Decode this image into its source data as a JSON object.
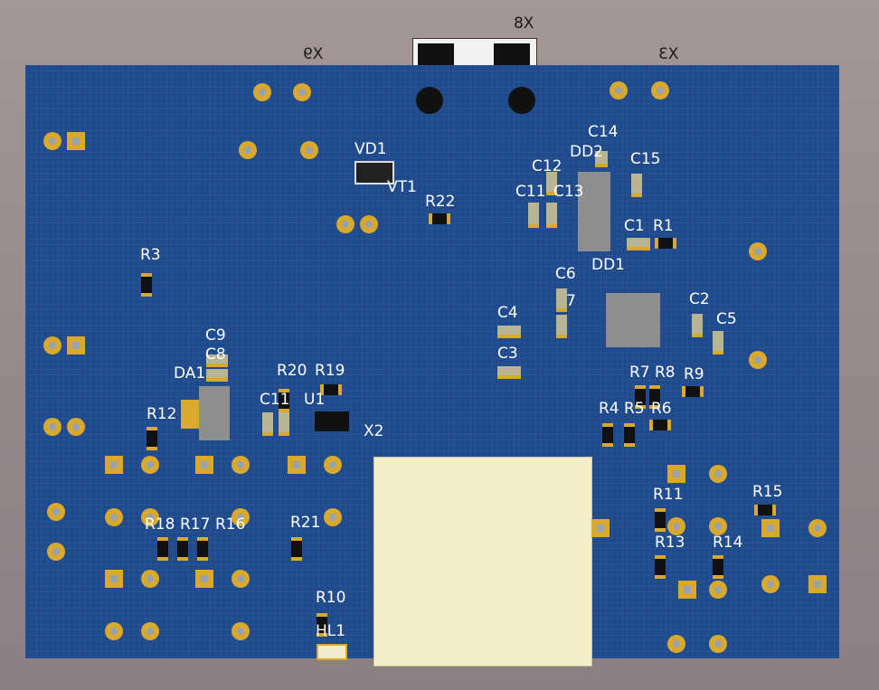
{
  "connectors_top": {
    "x9": "X9",
    "x8": "X8",
    "x3": "X3"
  },
  "labels": [
    "VD1",
    "VT1",
    "R22",
    "C14",
    "DD2",
    "C12",
    "C15",
    "C11",
    "C13",
    "C1",
    "R1",
    "DD1",
    "C6",
    "7",
    "R3",
    "C4",
    "C2",
    "C5",
    "C3",
    "C9",
    "C8",
    "DA1",
    "R20",
    "R19",
    "R7",
    "R8",
    "R9",
    "C11",
    "U1",
    "R12",
    "R4",
    "R5",
    "R6",
    "X2",
    "R11",
    "R15",
    "R18",
    "R17",
    "R16",
    "R21",
    "R13",
    "R14",
    "R10",
    "HL1"
  ],
  "colors": {
    "board": "#1f4a8c",
    "pad": "#d9a92b",
    "silkscreen": "#ffffff",
    "sd_connector": "#f5ecc8"
  }
}
